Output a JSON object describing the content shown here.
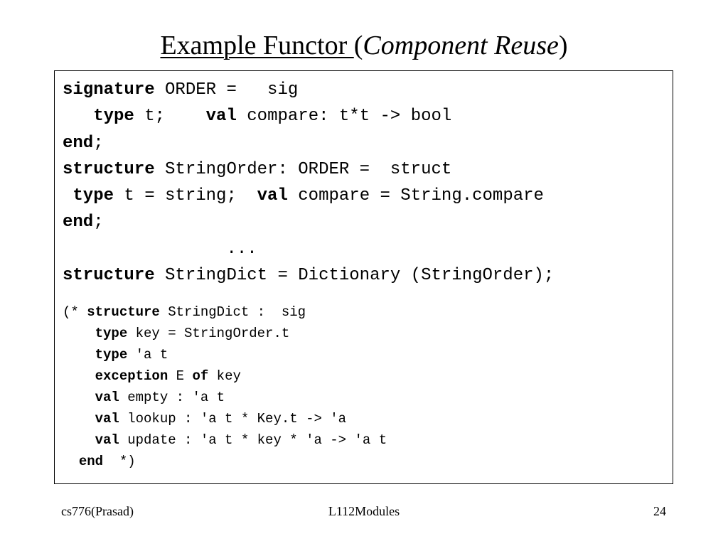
{
  "slide": {
    "title_main": "Example Functor ",
    "title_paren_open": "(",
    "title_italic": "Component Reuse",
    "title_paren_close": ")"
  },
  "code_block": [
    [
      {
        "text": "signature",
        "kw": true
      },
      {
        "text": " ORDER =   sig"
      }
    ],
    [
      {
        "text": "   "
      },
      {
        "text": "type",
        "kw": true
      },
      {
        "text": " t;    "
      },
      {
        "text": "val",
        "kw": true
      },
      {
        "text": " compare: t*t -> bool"
      }
    ],
    [
      {
        "text": "end",
        "kw": true
      },
      {
        "text": ";"
      }
    ],
    [
      {
        "text": "structure",
        "kw": true
      },
      {
        "text": " StringOrder: ORDER =  struct"
      }
    ],
    [
      {
        "text": " "
      },
      {
        "text": "type",
        "kw": true
      },
      {
        "text": " t = string;  "
      },
      {
        "text": "val",
        "kw": true
      },
      {
        "text": " compare = String.compare"
      }
    ],
    [
      {
        "text": "end",
        "kw": true
      },
      {
        "text": ";"
      }
    ],
    [
      {
        "text": "                ..."
      }
    ],
    [
      {
        "text": "structure",
        "kw": true
      },
      {
        "text": " StringDict = Dictionary (StringOrder);"
      }
    ]
  ],
  "code_comment": [
    [
      {
        "text": "(* "
      },
      {
        "text": "structure",
        "kw": true
      },
      {
        "text": " StringDict :  sig"
      }
    ],
    [
      {
        "text": "    "
      },
      {
        "text": "type",
        "kw": true
      },
      {
        "text": " key = StringOrder.t"
      }
    ],
    [
      {
        "text": "    "
      },
      {
        "text": "type",
        "kw": true
      },
      {
        "text": " 'a t"
      }
    ],
    [
      {
        "text": "    "
      },
      {
        "text": "exception",
        "kw": true
      },
      {
        "text": " E "
      },
      {
        "text": "of",
        "kw": true
      },
      {
        "text": " key"
      }
    ],
    [
      {
        "text": "    "
      },
      {
        "text": "val",
        "kw": true
      },
      {
        "text": " empty : 'a t"
      }
    ],
    [
      {
        "text": "    "
      },
      {
        "text": "val",
        "kw": true
      },
      {
        "text": " lookup : 'a t * Key.t -> 'a"
      }
    ],
    [
      {
        "text": "    "
      },
      {
        "text": "val",
        "kw": true
      },
      {
        "text": " update : 'a t * key * 'a -> 'a t"
      }
    ],
    [
      {
        "text": "  "
      },
      {
        "text": "end",
        "kw": true
      },
      {
        "text": "  *)"
      }
    ]
  ],
  "footer": {
    "left": "cs776(Prasad)",
    "center": "L112Modules",
    "right": "24"
  }
}
